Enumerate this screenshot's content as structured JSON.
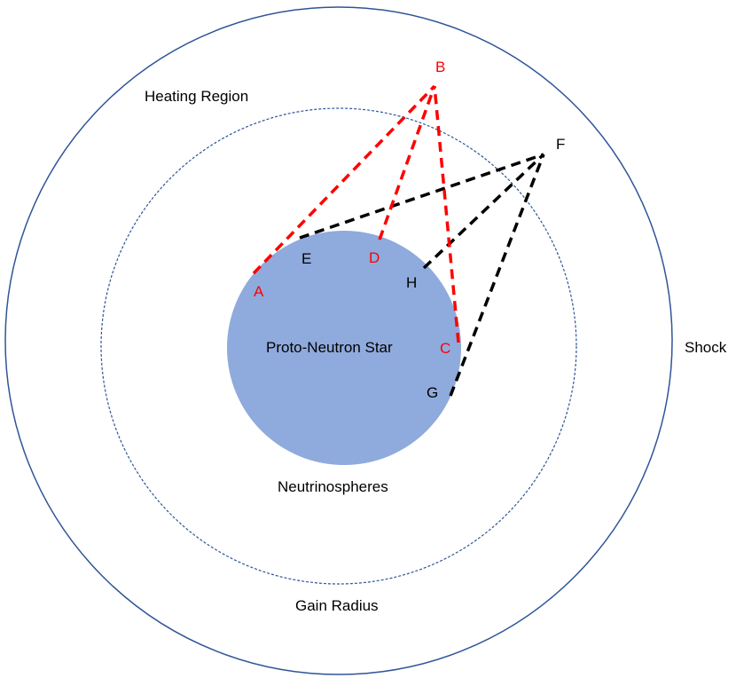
{
  "labels": {
    "heating_region": "Heating Region",
    "shock": "Shock",
    "gain_radius": "Gain Radius",
    "neutrinospheres": "Neutrinospheres",
    "pns": "Proto-Neutron Star"
  },
  "points": {
    "A": "A",
    "B": "B",
    "C": "C",
    "D": "D",
    "E": "E",
    "F": "F",
    "G": "G",
    "H": "H"
  },
  "colors": {
    "shock_circle": "#2f5597",
    "gain_circle": "#2f5597",
    "pns_fill": "#8faadc",
    "red_rays": "#ff0000",
    "black_rays": "#000000"
  }
}
